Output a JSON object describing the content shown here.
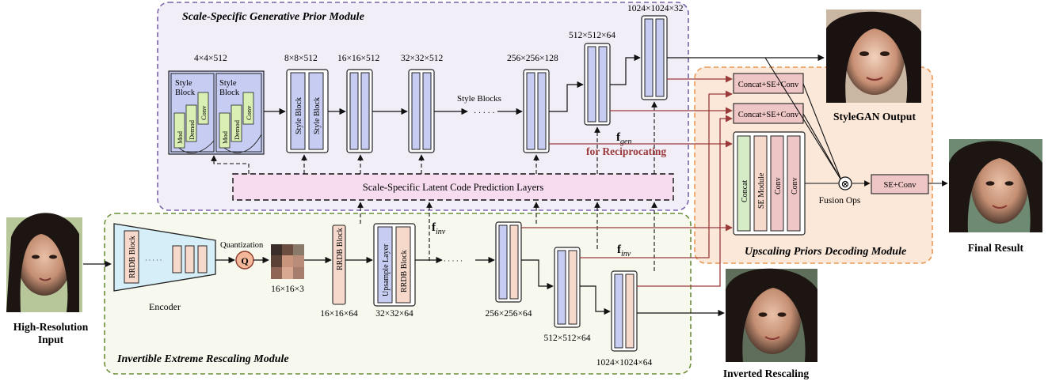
{
  "modules": {
    "gen_title": "Scale-Specific Generative Prior Module",
    "inv_title": "Invertible Extreme Rescaling Module",
    "dec_title": "Upscaling Priors Decoding Module"
  },
  "gen": {
    "size_4": "4×4×512",
    "size_8": "8×8×512",
    "size_16": "16×16×512",
    "size_32": "32×32×512",
    "size_256": "256×256×128",
    "size_512": "512×512×64",
    "size_1024": "1024×1024×32",
    "style_block_label": "Style Block",
    "style_label": "Style",
    "block_label": "Block",
    "mod_label": "Mod",
    "demod_label": "Demod",
    "conv_label": "Conv",
    "style_blocks_text": "Style Blocks",
    "ellipsis": "· · · · ·",
    "latent_layers": "Scale-Specific Latent Code Prediction Layers",
    "f_gen": "f",
    "f_gen_sub": "gen",
    "reciprocating": "for Reciprocating"
  },
  "inv": {
    "rrdb_block": "RRDB Block",
    "encoder": "Encoder",
    "quantization": "Quantization",
    "q_symbol": "Q",
    "size_16x3": "16×16×3",
    "size_16x64": "16×16×64",
    "size_32x64": "32×32×64",
    "size_256x64": "256×256×64",
    "size_512x64": "512×512×64",
    "size_1024x64": "1024×1024×64",
    "upsample_layer": "Upsample Layer",
    "f_inv": "f",
    "f_inv_sub": "inv",
    "ellipsis": "· · · · ·"
  },
  "dec": {
    "concat_se_conv_1": "Concat+SE+Conv",
    "concat_se_conv_2": "Concat+SE+Conv",
    "concat": "Concat",
    "se_module": "SE Module",
    "conv1": "Conv",
    "conv2": "Conv",
    "fusion_ops": "Fusion Ops",
    "fusion_symbol": "⊗",
    "se_conv": "SE+Conv"
  },
  "labels": {
    "hr_input_1": "High-Resolution",
    "hr_input_2": "Input",
    "stylegan_output": "StyleGAN Output",
    "final_result": "Final Result",
    "inverted_rescaling": "Inverted Rescaling"
  },
  "colors": {
    "gen_border": "#7b62a8",
    "gen_fill": "#f1eef8",
    "inv_border": "#6b8e3a",
    "inv_fill": "#f7f8ee",
    "dec_border": "#e8934a",
    "dec_fill": "#fbe7d8",
    "blue_block": "#c7cdf2",
    "pink_block": "#f7d9cc",
    "green_block": "#d6ecc6",
    "rose_block": "#eec6c6",
    "latent_fill": "#f6dcee",
    "encoder_fill": "#d6eef7",
    "red_arrow": "#9b3a3a",
    "q_fill": "#f3b79a"
  }
}
